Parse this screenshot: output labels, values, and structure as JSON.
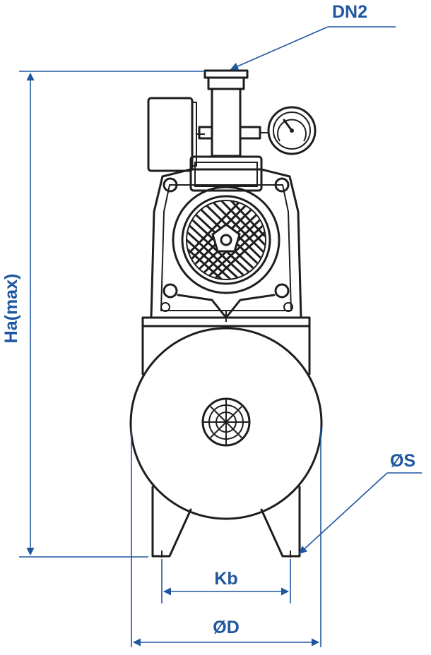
{
  "diagram": {
    "labels": {
      "outlet": "DN2",
      "height": "Ha(max)",
      "mount_hole": "ØS",
      "base_distance": "Kb",
      "tank_diameter": "ØD"
    },
    "colors": {
      "dimension": "#1f56a0",
      "drawing": "#1e1e1e",
      "background": "#ffffff"
    },
    "components": [
      "pump-motor",
      "pressure-switch",
      "pressure-gauge",
      "discharge-pipe",
      "pressure-tank",
      "tank-feet"
    ]
  }
}
